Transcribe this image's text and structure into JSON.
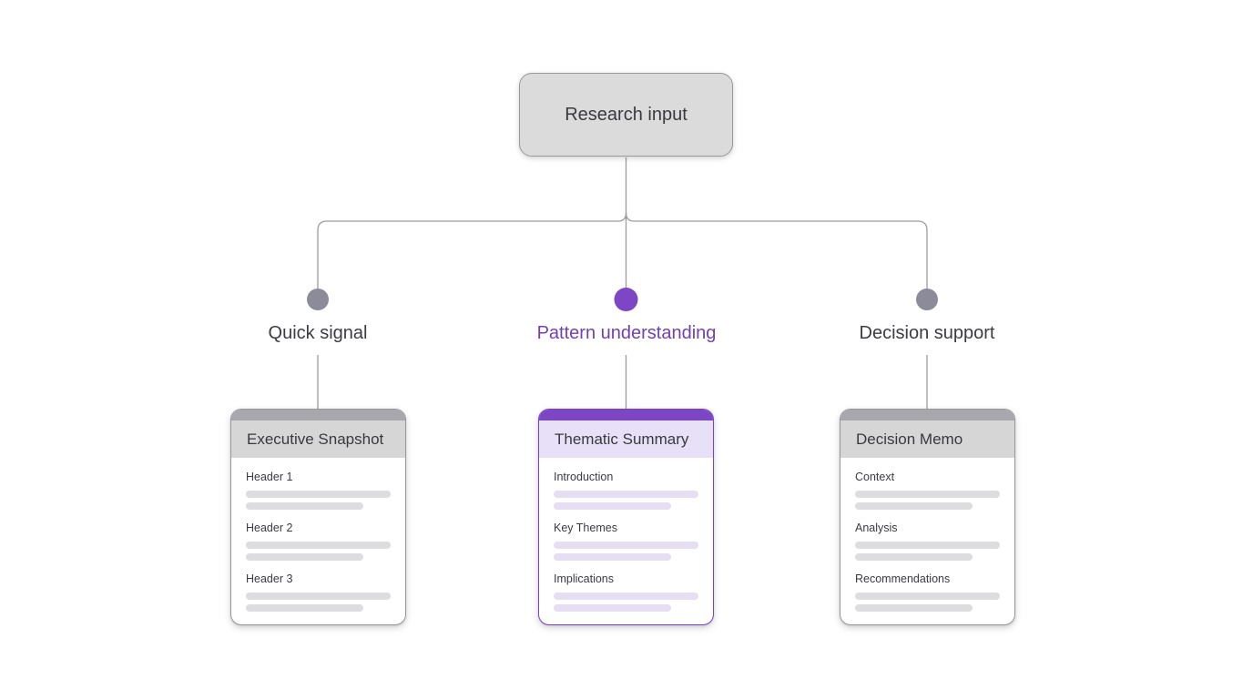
{
  "diagram": {
    "title": "research-output-flow",
    "root_node": {
      "label": "Research input"
    },
    "colors": {
      "root_fill": "#dbdbdb",
      "line": "#9c9ca1",
      "slate_accent": "#8b8b9a",
      "purple_accent": "#7c46c4",
      "purple_label_text": "#7340b3",
      "gray_header_bg": "#d6d6d6",
      "purple_header_bg": "#e8e0f6",
      "gray_bar": "#dddddf",
      "purple_bar": "#e6def3"
    },
    "branches": [
      {
        "label": "Quick signal",
        "highlighted": false,
        "card": {
          "title": "Executive Snapshot",
          "sections": [
            {
              "heading": "Header 1"
            },
            {
              "heading": "Header 2"
            },
            {
              "heading": "Header 3"
            }
          ]
        }
      },
      {
        "label": "Pattern understanding",
        "highlighted": true,
        "card": {
          "title": "Thematic Summary",
          "sections": [
            {
              "heading": "Introduction"
            },
            {
              "heading": "Key Themes"
            },
            {
              "heading": "Implications"
            }
          ]
        }
      },
      {
        "label": "Decision support",
        "highlighted": false,
        "card": {
          "title": "Decision Memo",
          "sections": [
            {
              "heading": "Context"
            },
            {
              "heading": "Analysis"
            },
            {
              "heading": "Recommendations"
            }
          ]
        }
      }
    ]
  }
}
